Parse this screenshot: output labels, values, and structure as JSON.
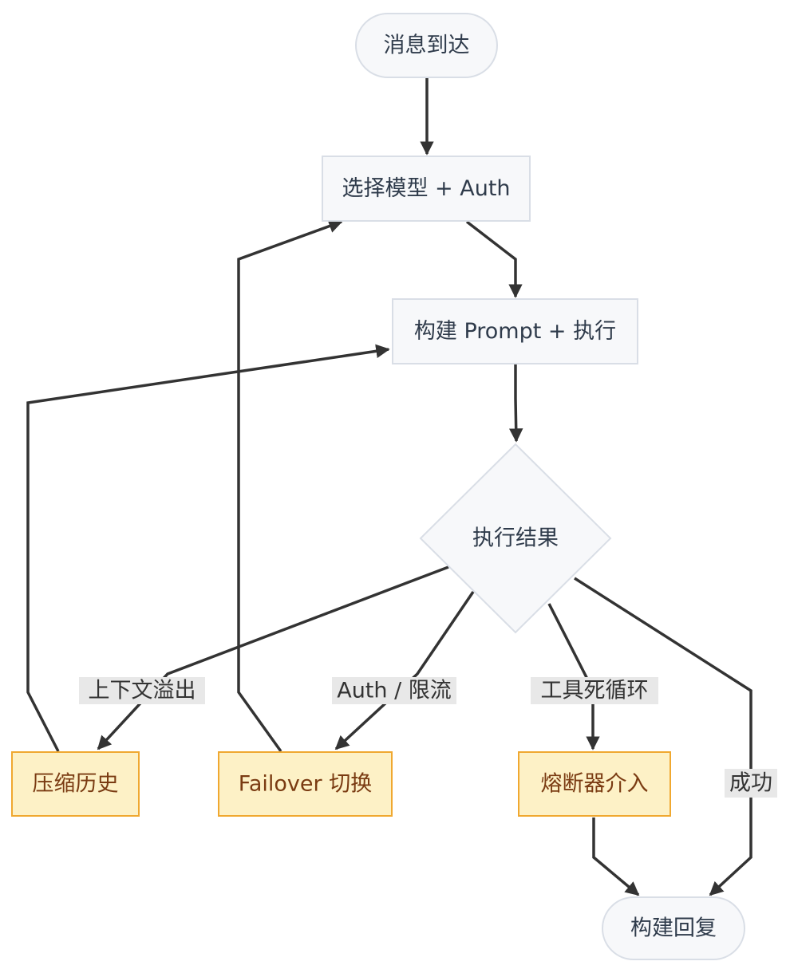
{
  "diagram": {
    "type": "flowchart",
    "colors": {
      "node_fill": "#f7f8fa",
      "node_stroke": "#d9dee6",
      "warn_fill": "#fdf1c6",
      "warn_stroke": "#f0a830",
      "edge": "#333333",
      "label_bg": "#e8e8e8"
    },
    "nodes": {
      "arrive": "消息到达",
      "select": "选择模型 + Auth",
      "build": "构建 Prompt + 执行",
      "result": "执行结果",
      "compress": "压缩历史",
      "failover": "Failover 切换",
      "breaker": "熔断器介入",
      "reply": "构建回复"
    },
    "edge_labels": {
      "overflow": "上下文溢出",
      "auth": "Auth / 限流",
      "loop": "工具死循环",
      "success": "成功"
    },
    "edges": [
      {
        "from": "arrive",
        "to": "select",
        "label": ""
      },
      {
        "from": "select",
        "to": "build",
        "label": ""
      },
      {
        "from": "build",
        "to": "result",
        "label": ""
      },
      {
        "from": "result",
        "to": "compress",
        "label": "overflow"
      },
      {
        "from": "result",
        "to": "failover",
        "label": "auth"
      },
      {
        "from": "result",
        "to": "breaker",
        "label": "loop"
      },
      {
        "from": "result",
        "to": "reply",
        "label": "success"
      },
      {
        "from": "compress",
        "to": "build",
        "label": ""
      },
      {
        "from": "failover",
        "to": "select",
        "label": ""
      },
      {
        "from": "breaker",
        "to": "reply",
        "label": ""
      }
    ]
  }
}
